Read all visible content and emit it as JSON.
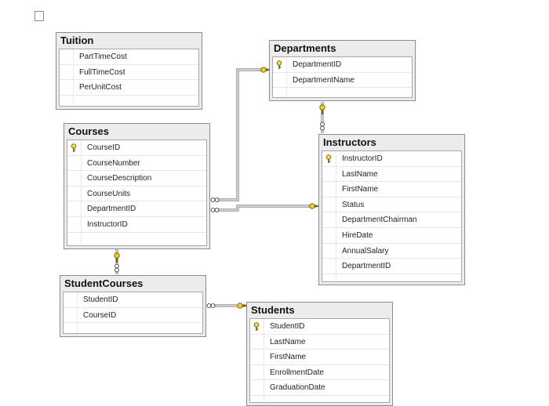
{
  "tables": [
    {
      "id": "tuition",
      "title": "Tuition",
      "columns": [
        {
          "name": "PartTimeCost",
          "pk": false
        },
        {
          "name": "FullTimeCost",
          "pk": false
        },
        {
          "name": "PerUnitCost",
          "pk": false
        }
      ]
    },
    {
      "id": "departments",
      "title": "Departments",
      "columns": [
        {
          "name": "DepartmentID",
          "pk": true
        },
        {
          "name": "DepartmentName",
          "pk": false
        }
      ]
    },
    {
      "id": "courses",
      "title": "Courses",
      "columns": [
        {
          "name": "CourseID",
          "pk": true
        },
        {
          "name": "CourseNumber",
          "pk": false
        },
        {
          "name": "CourseDescription",
          "pk": false
        },
        {
          "name": "CourseUnits",
          "pk": false
        },
        {
          "name": "DepartmentID",
          "pk": false
        },
        {
          "name": "InstructorID",
          "pk": false
        }
      ]
    },
    {
      "id": "instructors",
      "title": "Instructors",
      "columns": [
        {
          "name": "InstructorID",
          "pk": true
        },
        {
          "name": "LastName",
          "pk": false
        },
        {
          "name": "FirstName",
          "pk": false
        },
        {
          "name": "Status",
          "pk": false
        },
        {
          "name": "DepartmentChairman",
          "pk": false
        },
        {
          "name": "HireDate",
          "pk": false
        },
        {
          "name": "AnnualSalary",
          "pk": false
        },
        {
          "name": "DepartmentID",
          "pk": false
        }
      ]
    },
    {
      "id": "studentcourses",
      "title": "StudentCourses",
      "columns": [
        {
          "name": "StudentID",
          "pk": false
        },
        {
          "name": "CourseID",
          "pk": false
        }
      ]
    },
    {
      "id": "students",
      "title": "Students",
      "columns": [
        {
          "name": "StudentID",
          "pk": true
        },
        {
          "name": "LastName",
          "pk": false
        },
        {
          "name": "FirstName",
          "pk": false
        },
        {
          "name": "EnrollmentDate",
          "pk": false
        },
        {
          "name": "GraduationDate",
          "pk": false
        }
      ]
    }
  ],
  "relationships": [
    {
      "from": "departments.DepartmentID",
      "to": "courses.DepartmentID",
      "type": "one-to-many"
    },
    {
      "from": "instructors.InstructorID",
      "to": "courses.InstructorID",
      "type": "one-to-many"
    },
    {
      "from": "departments.DepartmentID",
      "to": "instructors.DepartmentID",
      "type": "one-to-many"
    },
    {
      "from": "courses.CourseID",
      "to": "studentcourses.CourseID",
      "type": "one-to-many"
    },
    {
      "from": "students.StudentID",
      "to": "studentcourses.StudentID",
      "type": "one-to-many"
    }
  ],
  "colors": {
    "key_icon": "#f2d21b",
    "border": "#8c8c8c",
    "title_bg": "#ececec"
  },
  "icons": {
    "primary_key": "key-icon",
    "one_end": "key-icon",
    "many_end": "infinity-icon"
  }
}
